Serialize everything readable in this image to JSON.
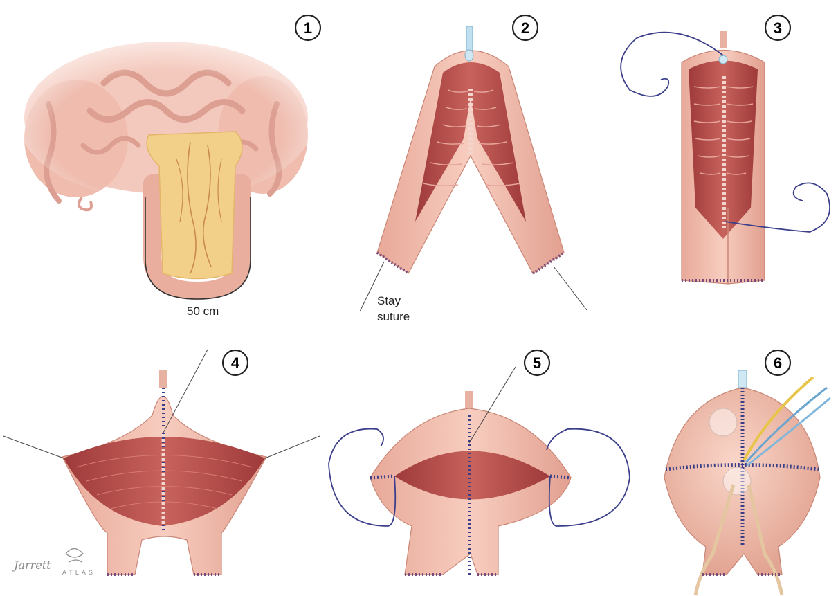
{
  "panels": [
    {
      "number": "1"
    },
    {
      "number": "2"
    },
    {
      "number": "3"
    },
    {
      "number": "4"
    },
    {
      "number": "5"
    },
    {
      "number": "6"
    }
  ],
  "labels": {
    "length": "50 cm",
    "stay_line1": "Stay",
    "stay_line2": "suture"
  },
  "signature": {
    "script": "Jarrett",
    "brand": "ATLAS"
  },
  "colors": {
    "serosa": "#f2c0b0",
    "serosa_shadow": "#d9968a",
    "mucosa": "#b9514e",
    "mucosa_dark": "#8e2f31",
    "mesentery": "#f3d08a",
    "vessel": "#c98a4a",
    "suture": "#3b3f8a",
    "outline": "#333333"
  }
}
